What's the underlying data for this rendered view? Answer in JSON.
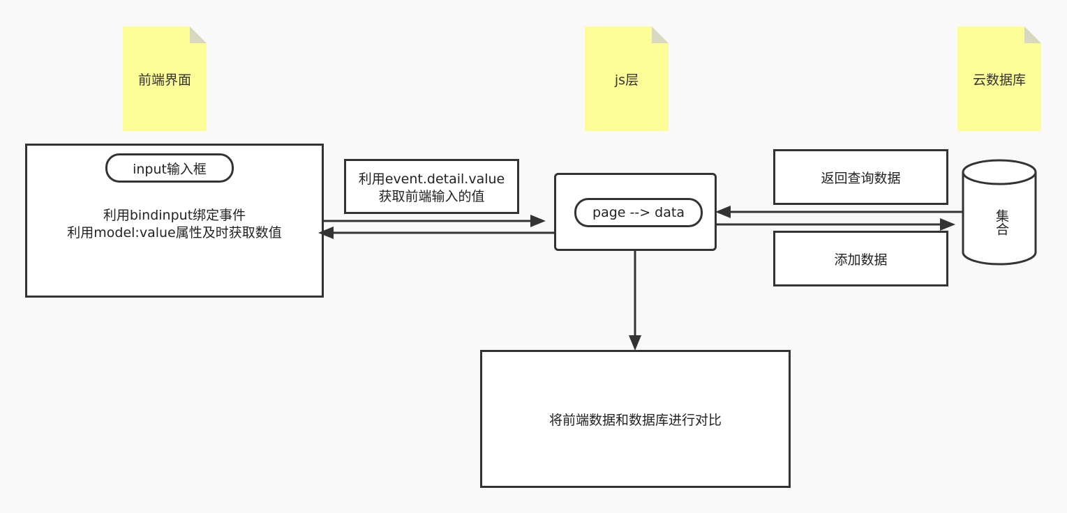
{
  "notes": {
    "frontend": "前端界面",
    "js_layer": "js层",
    "cloud_db": "云数据库"
  },
  "frontend_box": {
    "input_pill": "input输入框",
    "line1": "利用bindinput绑定事件",
    "line2": "利用model:value属性及时获取数值"
  },
  "event_box": {
    "line1": "利用event.detail.value",
    "line2": "获取前端输入的值"
  },
  "js_box": {
    "pill": "page --> data"
  },
  "return_box": {
    "label": "返回查询数据"
  },
  "add_box": {
    "label": "添加数据"
  },
  "collection": {
    "label": "集合"
  },
  "compare_box": {
    "label": "将前端数据和数据库进行对比"
  },
  "colors": {
    "background": "#f9f9f9",
    "stroke": "#333333",
    "note_fill": "#fdfd98",
    "note_fold": "#d6d6b0"
  }
}
